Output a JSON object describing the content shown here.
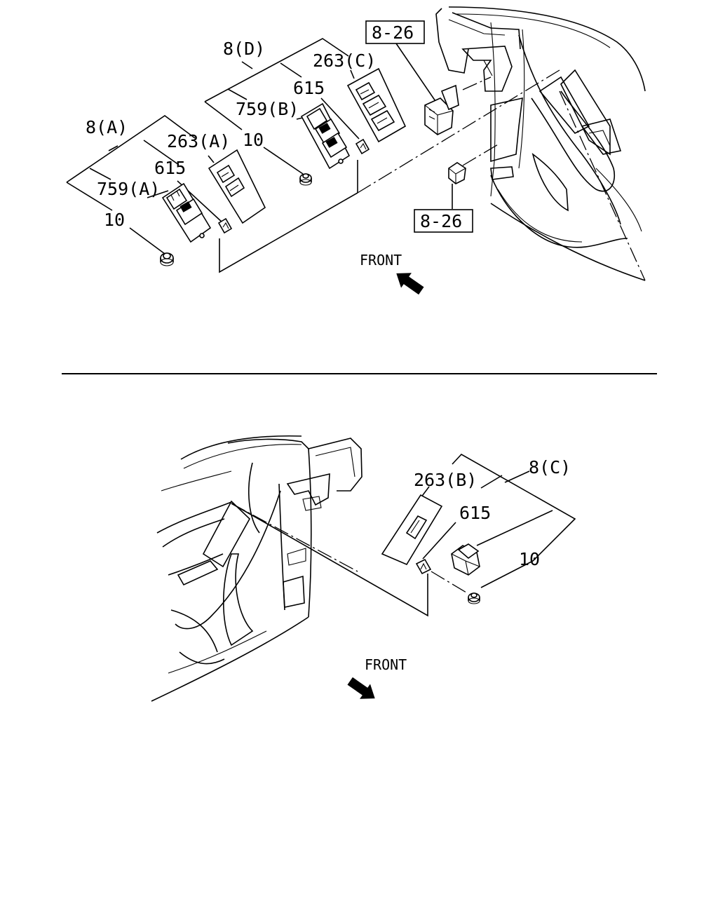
{
  "top_view": {
    "labels": {
      "l_8a": "8(A)",
      "l_8d": "8(D)",
      "l_263a": "263(A)",
      "l_263c": "263(C)",
      "l_615_a": "615",
      "l_615_b": "615",
      "l_759a": "759(A)",
      "l_759b": "759(B)",
      "l_10_a": "10",
      "l_10_b": "10",
      "l_826_top": "8-26",
      "l_826_bottom": "8-26"
    },
    "front": "FRONT"
  },
  "bottom_view": {
    "labels": {
      "l_263b": "263(B)",
      "l_8c": "8(C)",
      "l_615": "615",
      "l_10": "10"
    },
    "front": "FRONT"
  },
  "icons": [
    "front-direction-arrow",
    "screw-icon",
    "clip-icon",
    "power-window-switch-icon",
    "switch-bezel-icon",
    "door-trim-icon"
  ]
}
